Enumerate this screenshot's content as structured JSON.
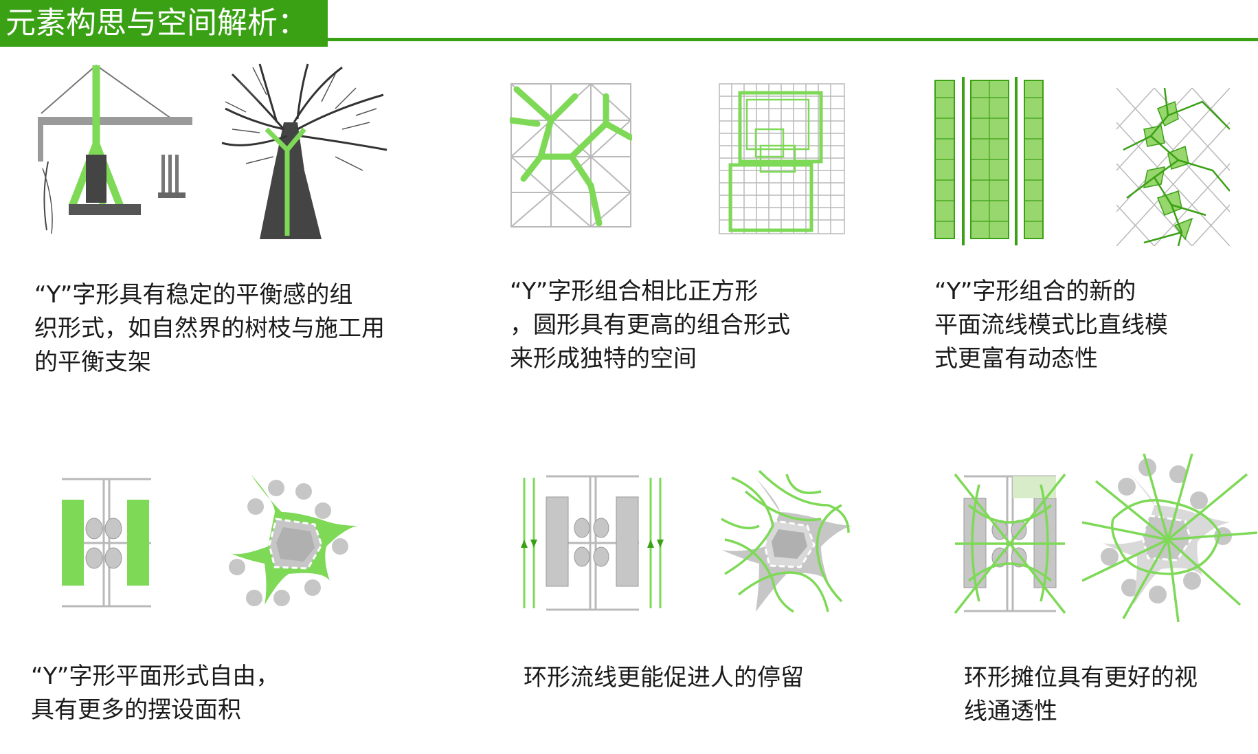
{
  "header": {
    "title": "元素构思与空间解析："
  },
  "colors": {
    "accent": "#3aa014",
    "lime": "#7ed957",
    "grey": "#b9b9b9",
    "dark": "#3a3a3a"
  },
  "captions": [
    {
      "lines": [
        "“Y”字形具有稳定的平衡感的组",
        "织形式，如自然界的树枝与施工用",
        "的平衡支架"
      ]
    },
    {
      "lines": [
        "“Y”字形组合相比正方形",
        "，圆形具有更高的组合形式",
        "来形成独特的空间"
      ]
    },
    {
      "lines": [
        "“Y”字形组合的新的",
        "平面流线模式比直线模",
        "式更富有动态性"
      ]
    },
    {
      "lines": [
        "“Y”字形平面形式自由，",
        "具有更多的摆设面积"
      ]
    },
    {
      "lines": [
        "环形流线更能促进人的停留"
      ]
    },
    {
      "lines": [
        "环形摊位具有更好的视",
        "线通透性"
      ]
    }
  ]
}
